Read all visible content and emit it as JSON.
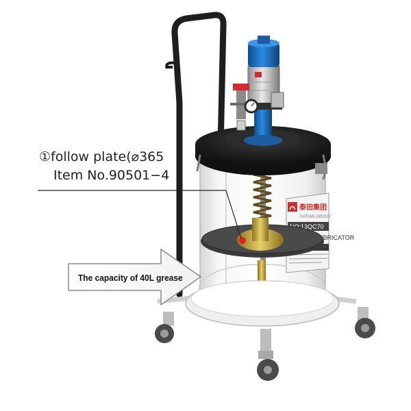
{
  "callout": {
    "marker": "①",
    "part_name": "follow plate(⌀365",
    "item_number": "Item No.90501−4"
  },
  "arrow_label": "The capacity of 40L grease",
  "tank_label": {
    "brand_cn": "泰田集团",
    "brand_en": "TAITIAN GROUP",
    "model": "NO:13QC70",
    "product": "GREASE LUBRICATOR"
  },
  "colors": {
    "pump_blue": "#1f78c8",
    "lid_black": "#1b1b1b",
    "frame_black": "#222222",
    "brass": "#c8a83a",
    "follow_plate": "#3a3a3a",
    "brand_red": "#c8322a"
  },
  "icons": [
    "pressure-gauge-icon",
    "brand-logo-icon",
    "caster-wheel-icon"
  ]
}
